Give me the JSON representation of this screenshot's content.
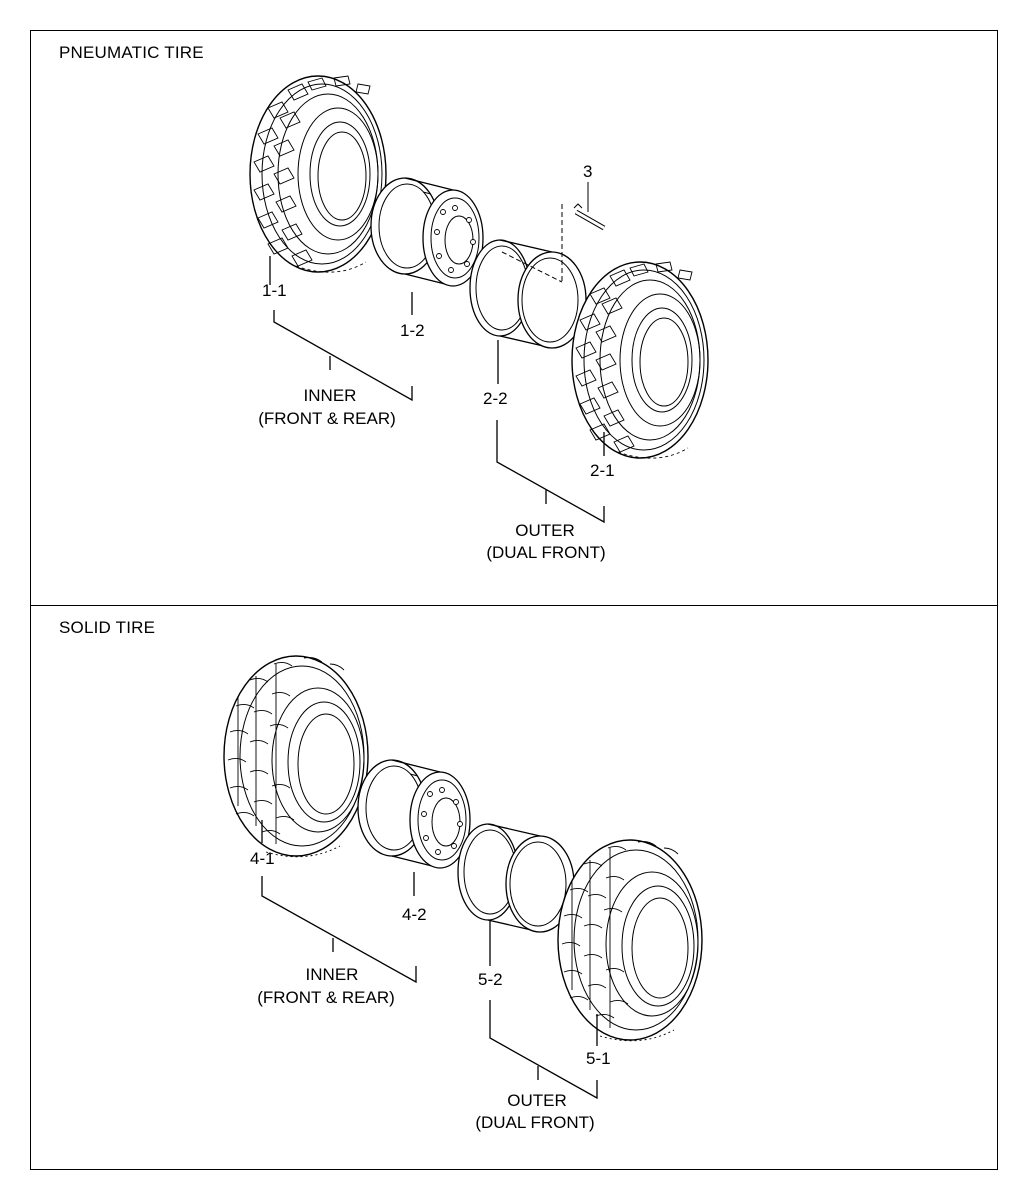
{
  "panels": [
    {
      "title": "PNEUMATIC TIRE",
      "callouts": [
        "1-1",
        "1-2",
        "2-2",
        "2-1",
        "3"
      ],
      "groups": [
        {
          "line1": "INNER",
          "line2": "(FRONT & REAR)"
        },
        {
          "line1": "OUTER",
          "line2": "(DUAL FRONT)"
        }
      ]
    },
    {
      "title": "SOLID TIRE",
      "callouts": [
        "4-1",
        "4-2",
        "5-2",
        "5-1"
      ],
      "groups": [
        {
          "line1": "INNER",
          "line2": "(FRONT & REAR)"
        },
        {
          "line1": "OUTER",
          "line2": "(DUAL FRONT)"
        }
      ]
    }
  ]
}
